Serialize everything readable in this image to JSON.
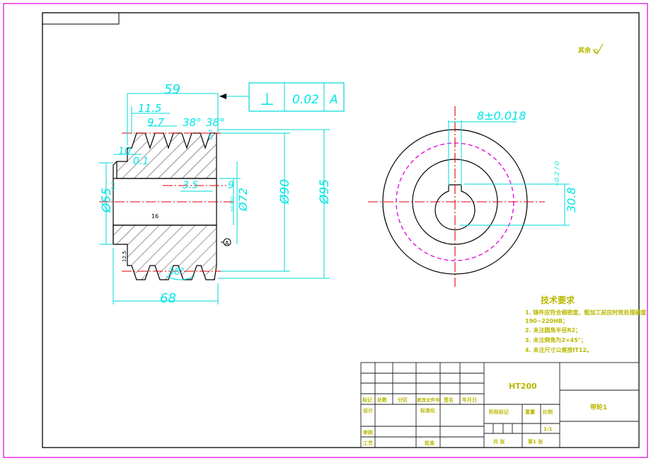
{
  "section_view": {
    "dims": {
      "overall_width": "59",
      "groove_pitch": "11.5",
      "groove_depth": "9.7",
      "groove_angle_1": "38°",
      "groove_angle_2": "38°",
      "roughness_top": "12.5",
      "hub_offset": "10",
      "hub_chamfer": "0.1",
      "bore_dia": "Ø55",
      "bore_roughness": "6.3",
      "groove_width": "3.5",
      "groove_depth_2": "9",
      "bore_2": "Ø72",
      "bore_tol": "+0.030",
      "outer_90": "Ø90",
      "outer_95": "Ø95",
      "bottom_angle": "38°",
      "face_roughness": "12.5",
      "mid_roughness": "16",
      "total_length": "68"
    },
    "datum": "A"
  },
  "tolerance_frame": {
    "symbol": "⊥",
    "value": "0.02",
    "datum": "A"
  },
  "end_view": {
    "keyway_width": "8±0.018",
    "keyway_depth_base": "30.8",
    "keyway_depth_tol": "+0.2 / 0"
  },
  "roughness_note": "其余",
  "technical_requirements": {
    "title": "技术要求",
    "items": [
      "1. 铸件应符合细密度，粗加工前应时效处理硬度",
      "   190~220HB；",
      "2. 未注圆角半径R2；",
      "3. 未注倒角为2×45°；",
      "4. 未注尺寸公差按IT12。"
    ]
  },
  "title_block": {
    "material": "HT200",
    "part_name": "带轮1",
    "row_labels": [
      "标记",
      "处数",
      "分区",
      "更改文件号",
      "签名",
      "年月日"
    ],
    "design": "设计",
    "standardization": "标准化",
    "stage_mark": "阶段标记",
    "weight": "重量",
    "scale_label": "比例",
    "scale": "1:1",
    "review": "审核",
    "process": "工艺",
    "approve": "批准",
    "sheets_total": "共 张",
    "sheet_no": "第1 张"
  }
}
